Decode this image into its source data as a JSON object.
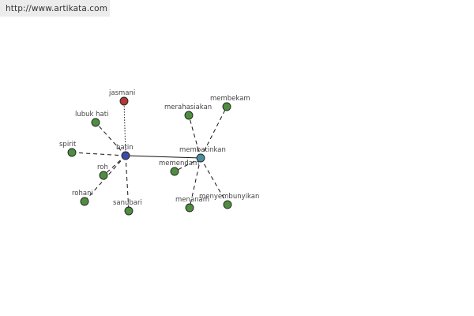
{
  "header": {
    "url": "http://www.artikata.com"
  },
  "colors": {
    "hub_batin": "#3b4ba8",
    "hub_membatinkan": "#4a8fa0",
    "related": "#b03a35",
    "synonym": "#4e8e3e"
  },
  "diagram": {
    "nodes": [
      {
        "id": "batin",
        "label": "batin",
        "color": "hub_batin"
      },
      {
        "id": "membatinkan",
        "label": "membatinkan",
        "color": "hub_membatinkan"
      },
      {
        "id": "jasmani",
        "label": "jasmani",
        "color": "related"
      },
      {
        "id": "lubuk-hati",
        "label": "lubuk hati",
        "color": "synonym"
      },
      {
        "id": "spirit",
        "label": "spirit",
        "color": "synonym"
      },
      {
        "id": "roh",
        "label": "roh",
        "color": "synonym"
      },
      {
        "id": "rohani",
        "label": "rohani",
        "color": "synonym"
      },
      {
        "id": "sanubari",
        "label": "sanubari",
        "color": "synonym"
      },
      {
        "id": "merahasiakan",
        "label": "merahasiakan",
        "color": "synonym"
      },
      {
        "id": "membekam",
        "label": "membekam",
        "color": "synonym"
      },
      {
        "id": "memendam",
        "label": "memendam",
        "color": "synonym"
      },
      {
        "id": "menanam",
        "label": "menanam",
        "color": "synonym"
      },
      {
        "id": "menyembunyikan",
        "label": "menyembunyikan",
        "color": "synonym"
      }
    ],
    "edges": [
      {
        "from": "batin",
        "to": "membatinkan",
        "style": "solid"
      },
      {
        "from": "batin",
        "to": "jasmani",
        "style": "dotted"
      },
      {
        "from": "batin",
        "to": "lubuk-hati",
        "style": "dashed"
      },
      {
        "from": "batin",
        "to": "spirit",
        "style": "dashed"
      },
      {
        "from": "batin",
        "to": "roh",
        "style": "dashed"
      },
      {
        "from": "batin",
        "to": "rohani",
        "style": "dashed"
      },
      {
        "from": "batin",
        "to": "sanubari",
        "style": "dashed"
      },
      {
        "from": "membatinkan",
        "to": "merahasiakan",
        "style": "dashed"
      },
      {
        "from": "membatinkan",
        "to": "membekam",
        "style": "dashed"
      },
      {
        "from": "membatinkan",
        "to": "memendam",
        "style": "dashed"
      },
      {
        "from": "membatinkan",
        "to": "menanam",
        "style": "dashed"
      },
      {
        "from": "membatinkan",
        "to": "menyembunyikan",
        "style": "dashed"
      }
    ]
  }
}
